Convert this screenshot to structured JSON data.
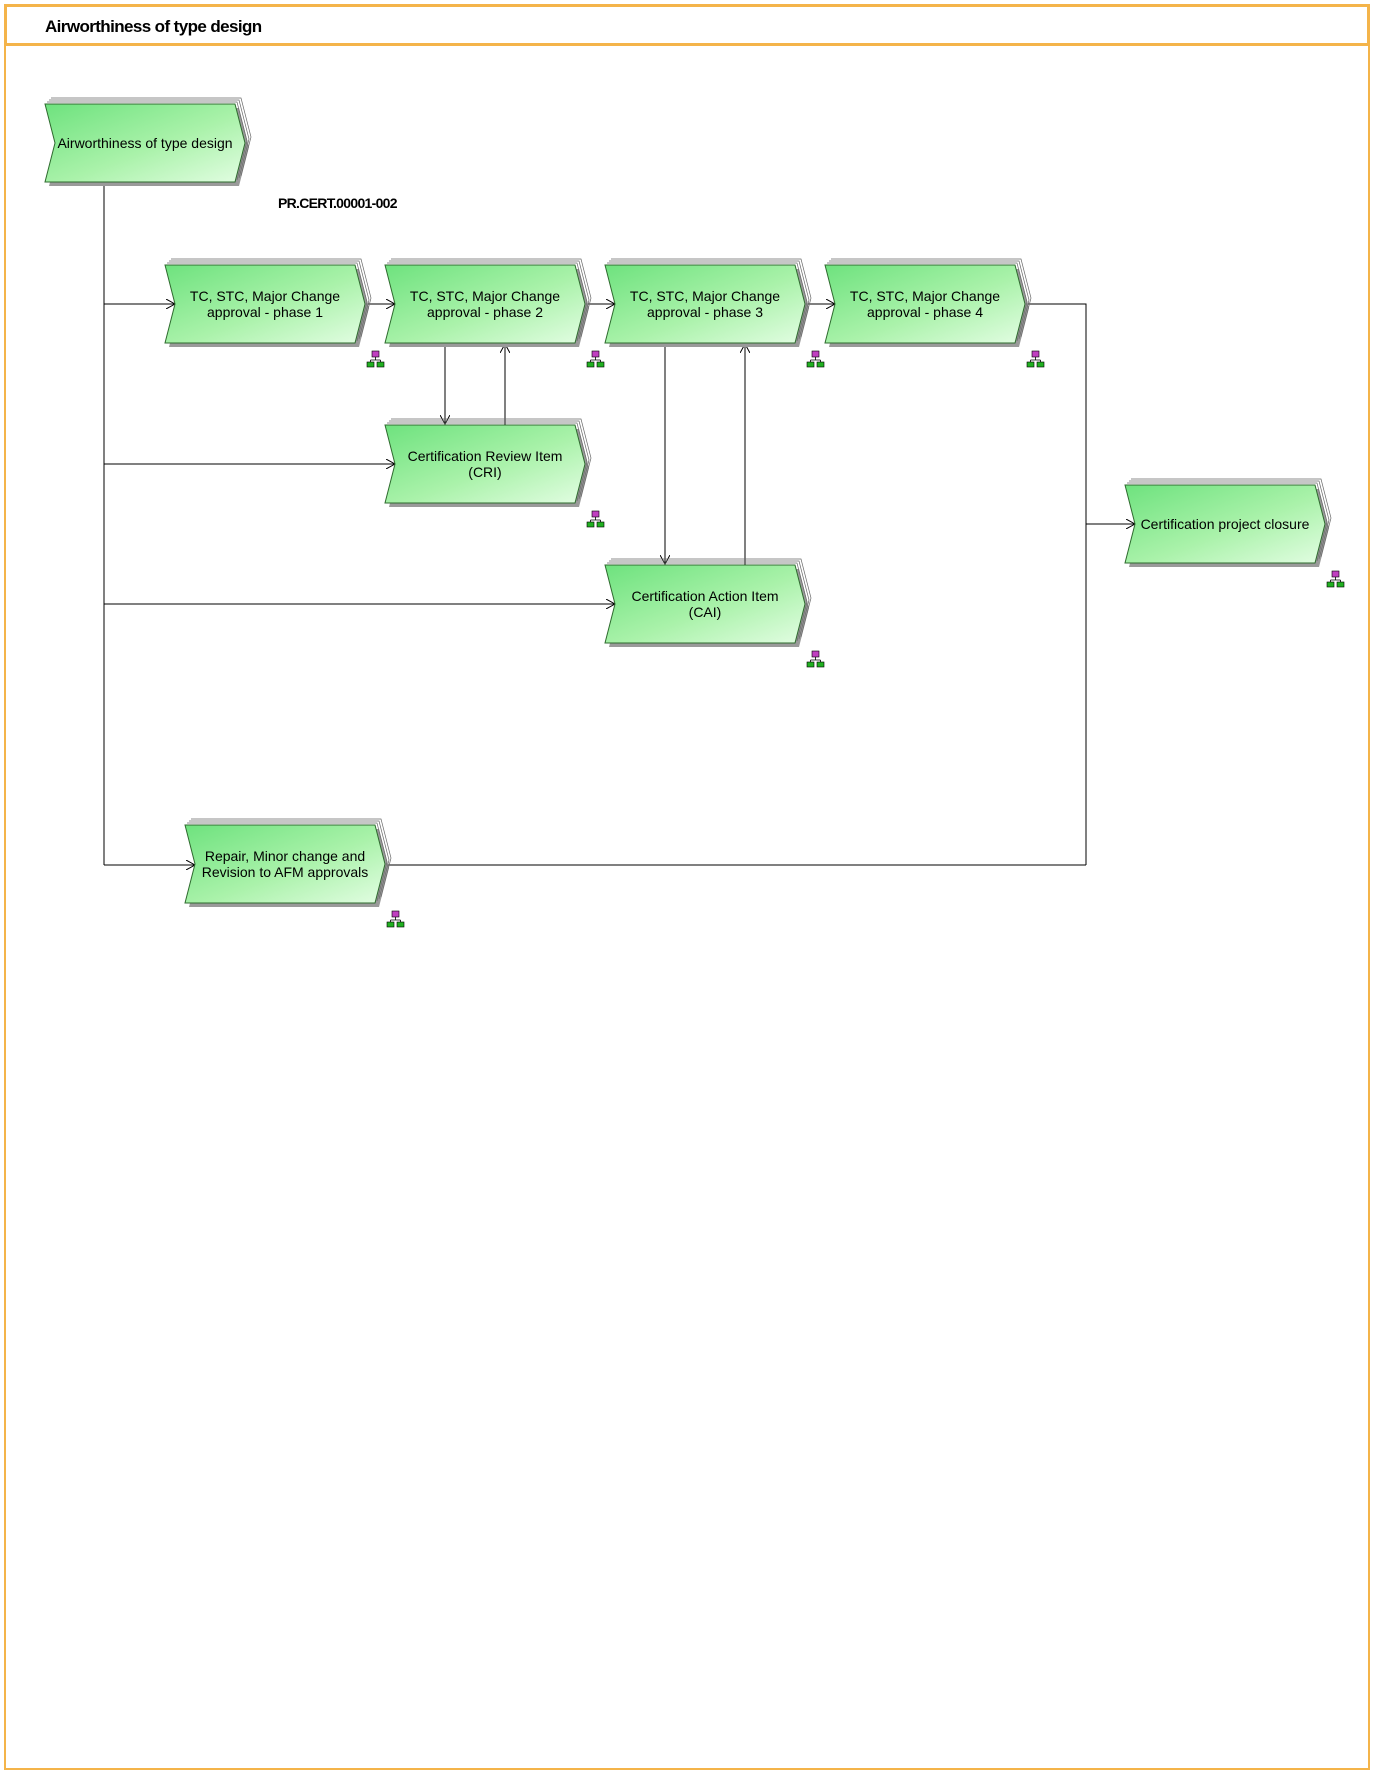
{
  "header": {
    "title": "Airworthiness of type design"
  },
  "diagram": {
    "model_id": "PR.CERT.00001-002",
    "nodes": {
      "root": {
        "lines": [
          "Airworthiness of type design"
        ]
      },
      "phase1": {
        "lines": [
          "TC, STC, Major Change",
          "approval - phase 1"
        ]
      },
      "phase2": {
        "lines": [
          "TC, STC, Major Change",
          "approval - phase 2"
        ]
      },
      "phase3": {
        "lines": [
          "TC, STC, Major Change",
          "approval - phase 3"
        ]
      },
      "phase4": {
        "lines": [
          "TC, STC, Major Change",
          "approval - phase 4"
        ]
      },
      "cri": {
        "lines": [
          "Certification Review Item",
          "(CRI)"
        ]
      },
      "cai": {
        "lines": [
          "Certification Action Item",
          "(CAI)"
        ]
      },
      "closure": {
        "lines": [
          "Certification project closure"
        ]
      },
      "repair": {
        "lines": [
          "Repair, Minor change and",
          "Revision to AFM approvals"
        ]
      }
    },
    "colors": {
      "frame": "#f4b44a",
      "node_fill_dark": "#7ee68e",
      "node_fill_light": "#d6fbd6",
      "icon_top": "#c040c0",
      "icon_bottom": "#20b020"
    },
    "icon_name": "process-hierarchy-icon"
  }
}
